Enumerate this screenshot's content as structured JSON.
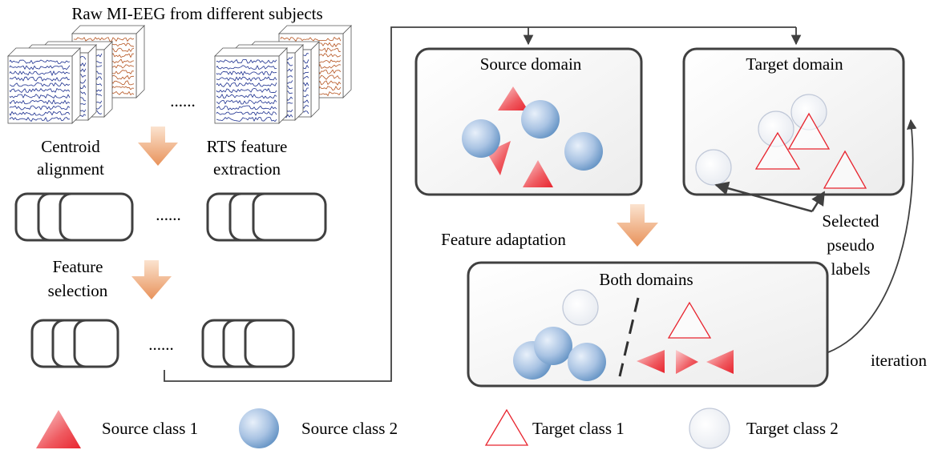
{
  "title": "Raw MI-EEG from different subjects",
  "steps": {
    "centroid_line1": "Centroid",
    "centroid_line2": "alignment",
    "rts_line1": "RTS feature",
    "rts_line2": "extraction",
    "selection_line1": "Feature",
    "selection_line2": "selection",
    "adaptation": "Feature adaptation"
  },
  "ellipsis": "......",
  "panels": {
    "source": "Source domain",
    "target": "Target domain",
    "both": "Both domains"
  },
  "pseudo": {
    "line1": "Selected",
    "line2": "pseudo",
    "line3": "labels"
  },
  "iteration": "iteration",
  "legend": {
    "source1": "Source class 1",
    "source2": "Source class 2",
    "target1": "Target class 1",
    "target2": "Target class 2"
  },
  "colors": {
    "source_triangle": "#e8252f",
    "source_circle": "#5b8dc0",
    "target_outline": "#e8252f",
    "target_circle_stroke": "#c0c8d8",
    "arrow_orange": "#e89a62",
    "panel_stroke": "#404040",
    "eeg_blue": "#1b2f8f",
    "eeg_orange": "#b5531f"
  }
}
